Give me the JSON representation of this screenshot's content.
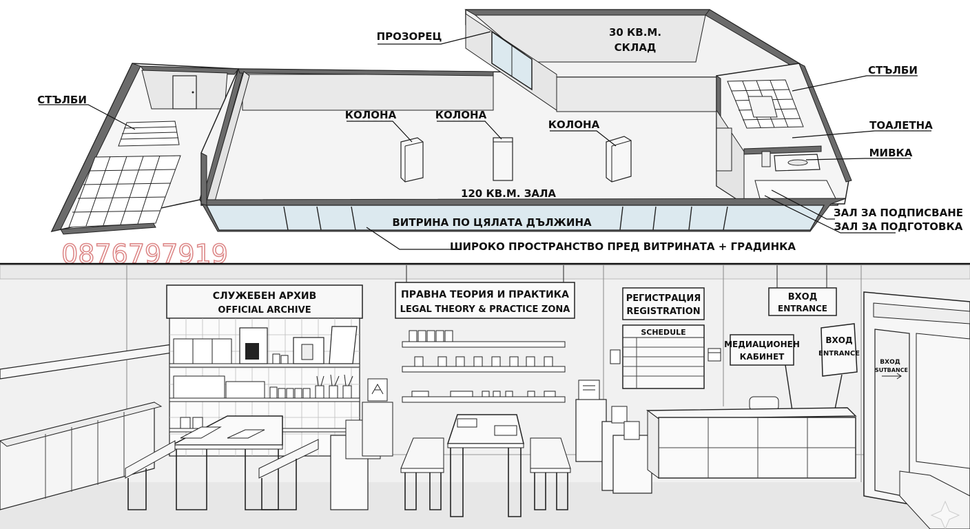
{
  "floorplan": {
    "labels": {
      "window": "ПРОЗОРЕЦ",
      "storage_area": "30 КВ.М.",
      "storage": "СКЛАД",
      "stairs_left": "СТЪЛБИ",
      "stairs_right": "СТЪЛБИ",
      "column_1": "КОЛОНА",
      "column_2": "КОЛОНА",
      "column_3": "КОЛОНА",
      "hall": "120 КВ.М. ЗАЛА",
      "toilet": "ТОАЛЕТНА",
      "sink": "МИВКА",
      "signing_room": "ЗАЛ ЗА ПОДПИСВАНЕ",
      "prep_room": "ЗАЛ ЗА ПОДГОТОВКА",
      "showcase": "ВИТРИНА ПО ЦЯЛАТА ДЪЛЖИНА",
      "front_space": "ШИРОКО ПРОСТРАНСТВО ПРЕД ВИТРИНАТА + ГРАДИНКА"
    },
    "watermark": "0876797919"
  },
  "interior": {
    "archive_title_bg": "СЛУЖЕБЕН АРХИВ",
    "archive_title_en": "OFFICIAL ARCHIVE",
    "legal_title_bg": "ПРАВНА ТЕОРИЯ И ПРАКТИКА",
    "legal_title_en": "LEGAL THEORY & PRACTICE ZONA",
    "registration_bg": "РЕГИСТРАЦИЯ",
    "registration_en": "REGISTRATION",
    "schedule": "SCHEDULE",
    "entrance_bg": "ВХОД",
    "entrance_en": "ENTRANCE",
    "mediation_line1": "МЕДИАЦИОНЕН",
    "mediation_line2": "КАБИНЕТ",
    "entrance2_bg": "ВХОД",
    "entrance2_en": "ENTRANCE",
    "door_sign_1": "ВХОД",
    "door_sign_2": "SUTBANCE"
  },
  "colors": {
    "wall": "#6b6b6b",
    "glass": "#dce9ef",
    "floor": "#f3f3f3",
    "line": "#222222",
    "watermark": "#dd8888"
  }
}
